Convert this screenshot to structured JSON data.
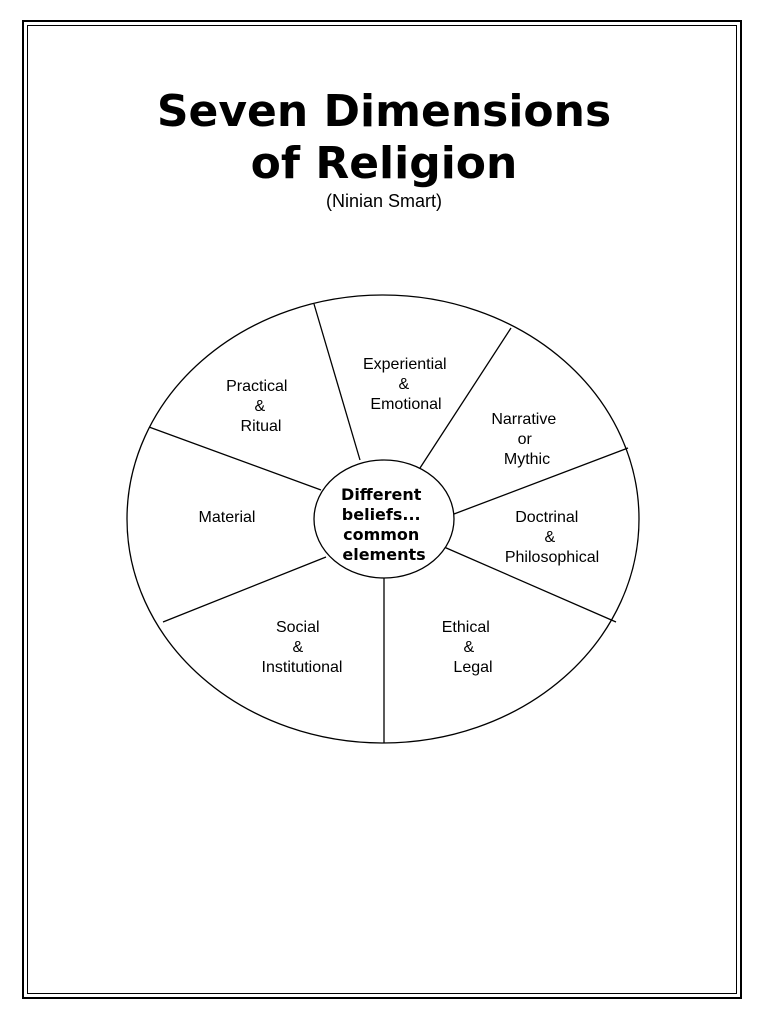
{
  "title": "Seven Dimensions\nof Religion",
  "subtitle": "(Ninian Smart)",
  "center": {
    "lines": [
      "Different",
      "beliefs...",
      "common",
      "elements"
    ]
  },
  "dimensions": [
    {
      "id": "practical",
      "lines": [
        "Practical",
        "&",
        "Ritual"
      ]
    },
    {
      "id": "experiential",
      "lines": [
        "Experiential",
        "&",
        "Emotional"
      ]
    },
    {
      "id": "narrative",
      "lines": [
        "Narrative",
        "or",
        "Mythic"
      ]
    },
    {
      "id": "doctrinal",
      "lines": [
        "Doctrinal",
        "&",
        "Philosophical"
      ]
    },
    {
      "id": "ethical",
      "lines": [
        "Ethical",
        "&",
        "Legal"
      ]
    },
    {
      "id": "social",
      "lines": [
        "Social",
        "&",
        "Institutional"
      ]
    },
    {
      "id": "material",
      "lines": [
        "Material"
      ]
    }
  ]
}
